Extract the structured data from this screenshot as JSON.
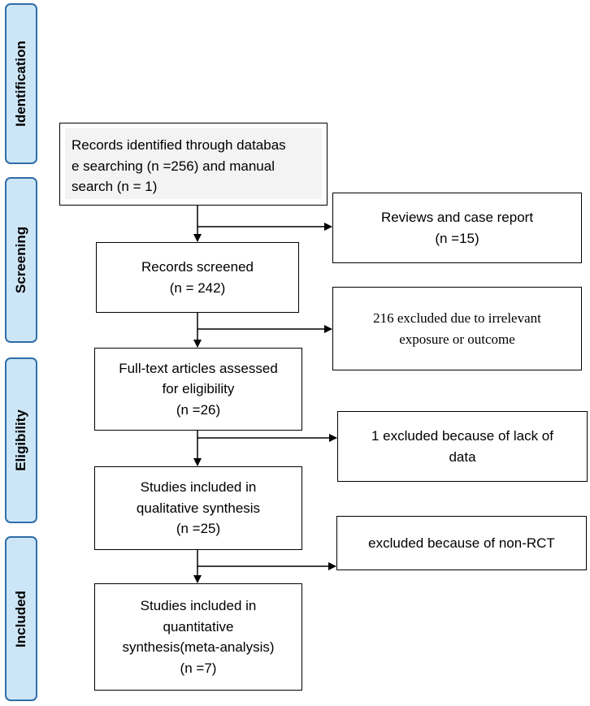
{
  "phases": {
    "identification": "Identification",
    "screening": "Screening",
    "eligibility": "Eligibility",
    "included": "Included"
  },
  "main_flow": {
    "records_identified": "Records identified through databas\ne searching (n =256) and manual\n search (n = 1)",
    "records_screened": "Records screened\n(n = 242)",
    "full_text_assessed": "Full-text articles assessed\nfor eligibility\n(n =26)",
    "qualitative": "Studies included in\nqualitative synthesis\n(n =25)",
    "quantitative": "Studies included in\nquantitative\nsynthesis(meta-analysis)\n(n =7)"
  },
  "exclusions": {
    "reviews": "Reviews and case report\n(n =15)",
    "irrelevant": "216 excluded due to irrelevant\nexposure or outcome",
    "lack_of_data": "1 excluded because of lack of\ndata",
    "non_rct": "excluded because of non-RCT"
  }
}
